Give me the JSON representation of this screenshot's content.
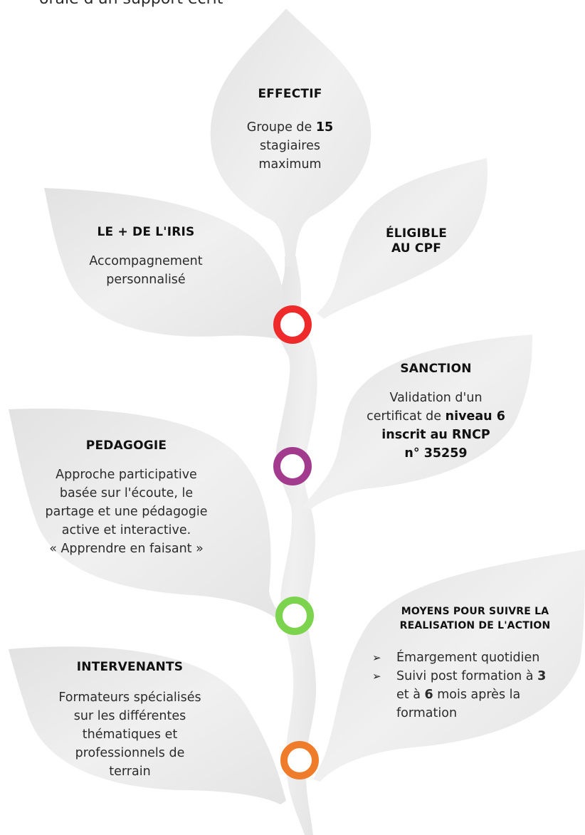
{
  "header_text": "orale d'un support écrit",
  "colors": {
    "leaf": "#ececec",
    "ring_red": "#ef2a2a",
    "ring_purple": "#a23b8e",
    "ring_green": "#7cd34d",
    "ring_orange": "#ef7c2a"
  },
  "effectif": {
    "title": "EFFECTIF",
    "line1_pre": "Groupe de ",
    "line1_bold": "15",
    "line2": "stagiaires",
    "line3": "maximum"
  },
  "plus_iris": {
    "title": "LE + DE L'IRIS",
    "line1": "Accompagnement",
    "line2": "personnalisé"
  },
  "eligible": {
    "line1": "ÉLIGIBLE",
    "line2": "AU CPF"
  },
  "sanction": {
    "title": "SANCTION",
    "line1": "Validation d'un",
    "line2_pre": "certificat de ",
    "line2_bold": "niveau 6",
    "line3_bold": "inscrit au RNCP",
    "line4_bold": "n° 35259"
  },
  "pedagogie": {
    "title": "PEDAGOGIE",
    "line1": "Approche participative",
    "line2": "basée sur l'écoute, le",
    "line3": "partage et une pédagogie",
    "line4": "active et interactive.",
    "line5": "« Apprendre en faisant »"
  },
  "moyens": {
    "title_line1": "MOYENS POUR SUIVRE LA",
    "title_line2": "REALISATION DE L'ACTION",
    "bullet_glyph": "➢",
    "item1": "Émargement quotidien",
    "item2_pre": "Suivi post formation à ",
    "item2_bold": "3",
    "item2_mid": "et à ",
    "item2_bold2": "6",
    "item2_post": " mois après la",
    "item2_end": "formation"
  },
  "intervenants": {
    "title": "INTERVENANTS",
    "line1": "Formateurs spécialisés",
    "line2": "sur les différentes",
    "line3": "thématiques et",
    "line4": "professionnels de",
    "line5": "terrain"
  }
}
